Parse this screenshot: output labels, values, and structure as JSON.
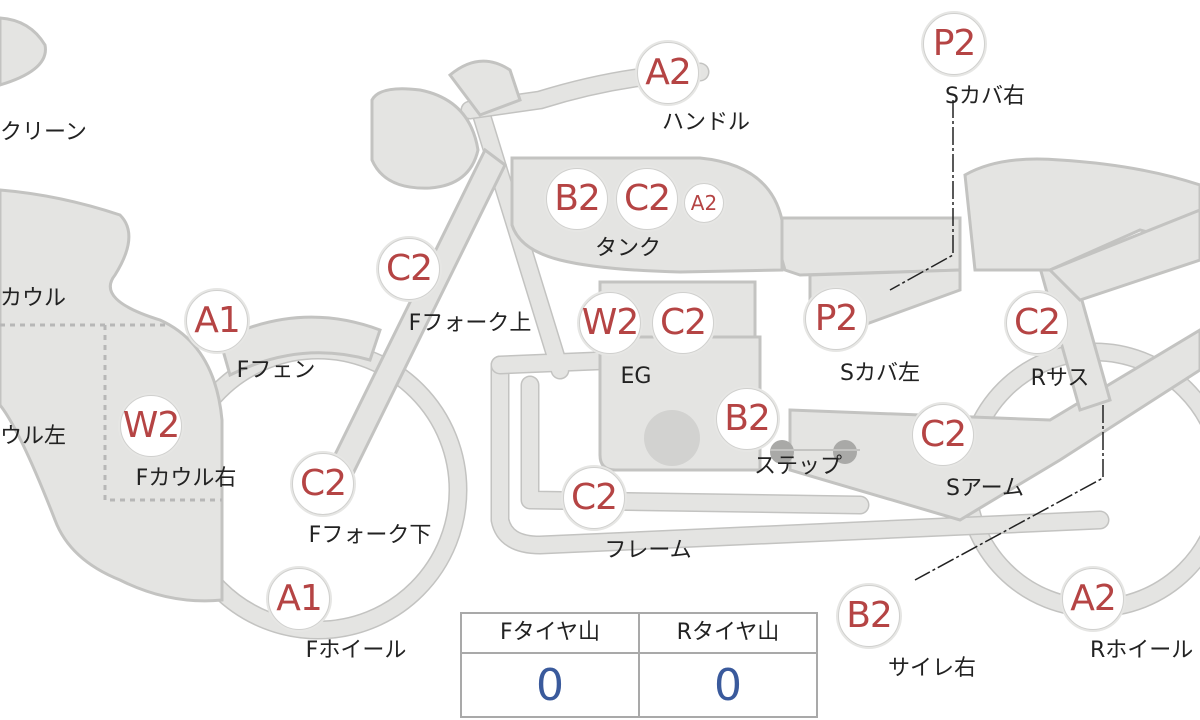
{
  "markers": [
    {
      "id": "handle",
      "code": "A2",
      "label": "ハンドル"
    },
    {
      "id": "scover-r",
      "code": "P2",
      "label": "Sカバ右"
    },
    {
      "id": "tank-b",
      "code": "B2",
      "label": "タンク"
    },
    {
      "id": "tank-c",
      "code": "C2"
    },
    {
      "id": "tank-a",
      "code": "A2"
    },
    {
      "id": "ffork-upper",
      "code": "C2",
      "label": "Fフォーク上"
    },
    {
      "id": "ffender",
      "code": "A1",
      "label": "Fフェン"
    },
    {
      "id": "eg-w",
      "code": "W2",
      "label": "EG"
    },
    {
      "id": "eg-c",
      "code": "C2"
    },
    {
      "id": "scover-l",
      "code": "P2",
      "label": "Sカバ左"
    },
    {
      "id": "rsus",
      "code": "C2",
      "label": "Rサス"
    },
    {
      "id": "fcowl-r",
      "code": "W2",
      "label": "Fカウル右"
    },
    {
      "id": "step",
      "code": "B2",
      "label": "ステップ"
    },
    {
      "id": "sarm",
      "code": "C2",
      "label": "Sアーム"
    },
    {
      "id": "ffork-lower",
      "code": "C2",
      "label": "Fフォーク下"
    },
    {
      "id": "frame",
      "code": "C2",
      "label": "フレーム"
    },
    {
      "id": "fwheel",
      "code": "A1",
      "label": "Fホイール"
    },
    {
      "id": "silencer-r",
      "code": "B2",
      "label": "サイレ右"
    },
    {
      "id": "rwheel",
      "code": "A2",
      "label": "Rホイール"
    }
  ],
  "cropped_labels": {
    "screen": "クリーン",
    "cowl": "カウル",
    "cowl_left": "ウル左"
  },
  "tire_table": {
    "front_header": "Fタイヤ山",
    "rear_header": "Rタイヤ山",
    "front_value": "0",
    "rear_value": "0"
  }
}
